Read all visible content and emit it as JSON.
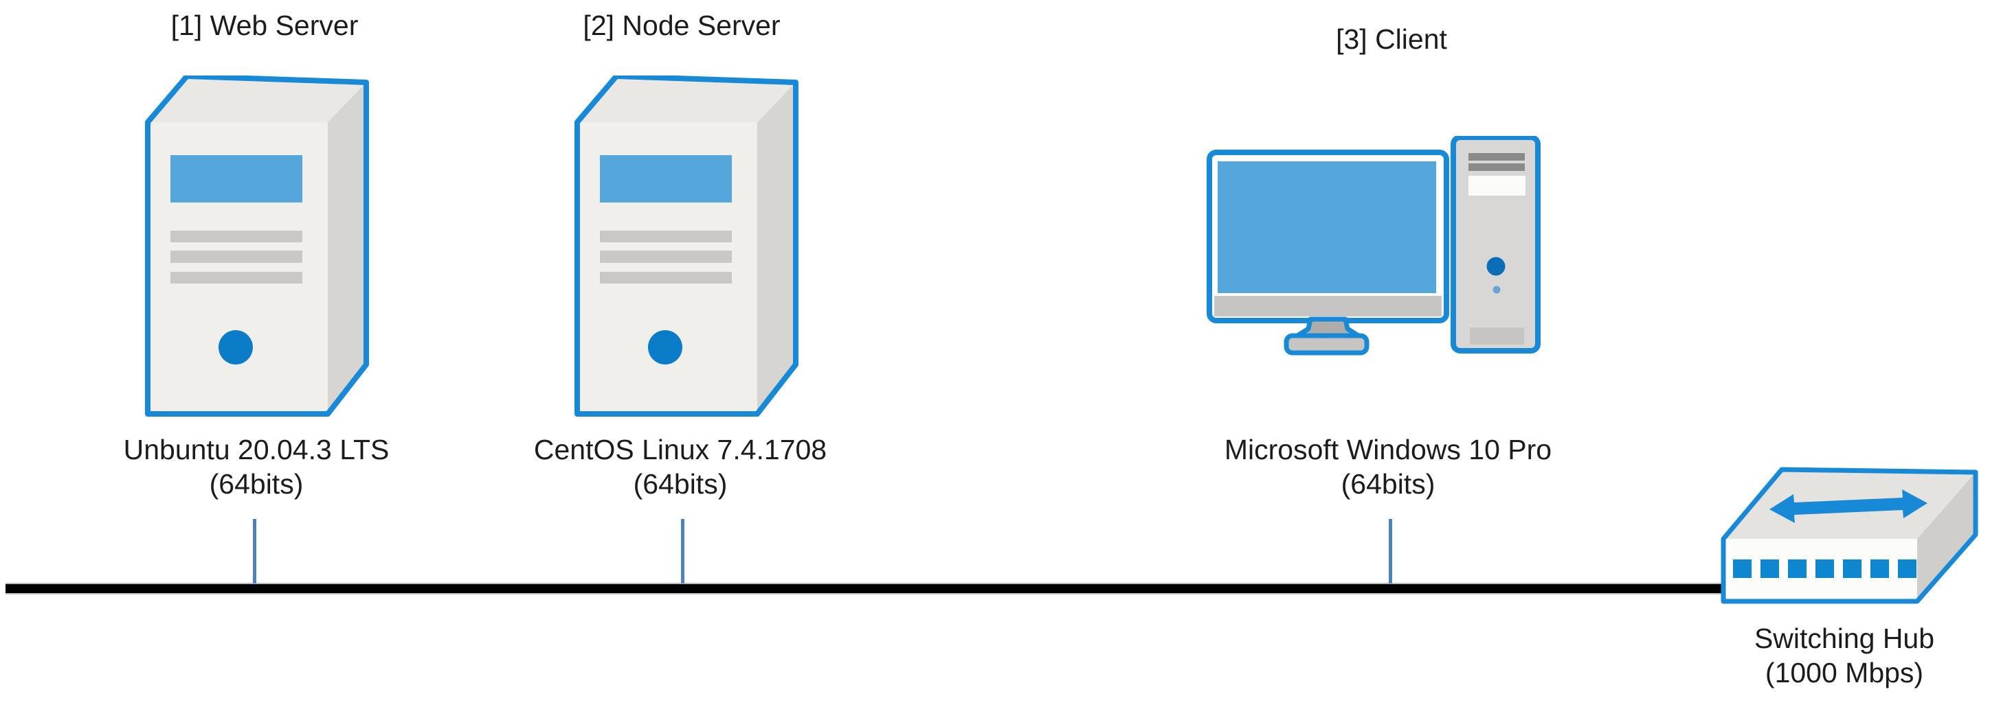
{
  "diagram": {
    "nodes": [
      {
        "title": "[1] Web Server",
        "os": "Unbuntu 20.04.3 LTS",
        "arch": "(64bits)",
        "icon": "server-tower-icon"
      },
      {
        "title": "[2] Node Server",
        "os": "CentOS Linux 7.4.1708",
        "arch": "(64bits)",
        "icon": "server-tower-icon"
      },
      {
        "title": "[3] Client",
        "os": "Microsoft Windows 10 Pro",
        "arch": "(64bits)",
        "icon": "desktop-computer-icon"
      }
    ],
    "hub": {
      "name": "Switching Hub",
      "speed": "(1000 Mbps)",
      "icon": "switching-hub-icon",
      "ports": 7
    },
    "bus": {
      "type": "ethernet-bus-line",
      "color": "#000000"
    },
    "connectors": {
      "count": 3,
      "color": "#4f81bd"
    },
    "colors": {
      "outline_blue": "#1789d6",
      "screen_blue": "#55a6da",
      "port_blue": "#0e86d0",
      "led_blue": "#0b7cc8",
      "tower_led_blue": "#0b6cb8",
      "connector_blue": "#4f81bd",
      "bus_black": "#000000",
      "text": "#1c1c1c"
    }
  }
}
